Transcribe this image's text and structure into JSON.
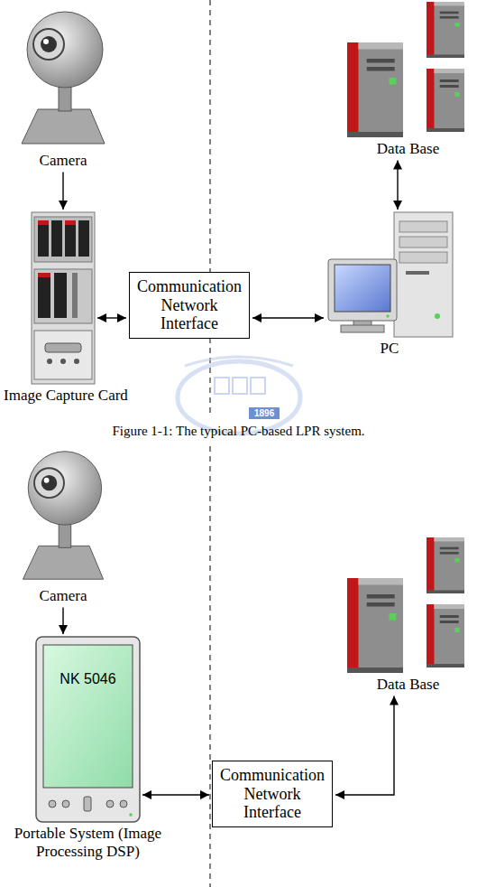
{
  "diagram": {
    "caption": "Figure 1-1: The typical PC-based LPR system.",
    "nodes": [
      {
        "text": [
          "Camera"
        ]
      },
      {
        "text": [
          "Image Capture Card"
        ]
      },
      {
        "text": [
          "Communication Network Interface"
        ]
      },
      {
        "text": [
          "PC"
        ]
      },
      {
        "text": [
          "Data Base"
        ]
      },
      {
        "text": [
          "Camera"
        ]
      },
      {
        "text": [
          "NK 5046",
          "Portable System (Image Processing DSP)"
        ]
      },
      {
        "text": [
          "Communication Network Interface"
        ]
      },
      {
        "text": [
          "Data Base"
        ]
      }
    ],
    "edges": [
      {
        "from": 0,
        "to": 1,
        "arrow": "to"
      },
      {
        "from": 1,
        "to": 2,
        "arrow": "both"
      },
      {
        "from": 2,
        "to": 3,
        "arrow": "both"
      },
      {
        "from": 3,
        "to": 4,
        "arrow": "both"
      },
      {
        "from": 5,
        "to": 6,
        "arrow": "to"
      },
      {
        "from": 6,
        "to": 7,
        "arrow": "both"
      },
      {
        "from": 7,
        "to": 8,
        "arrow": "both"
      }
    ],
    "labels": [
      "1896"
    ]
  }
}
